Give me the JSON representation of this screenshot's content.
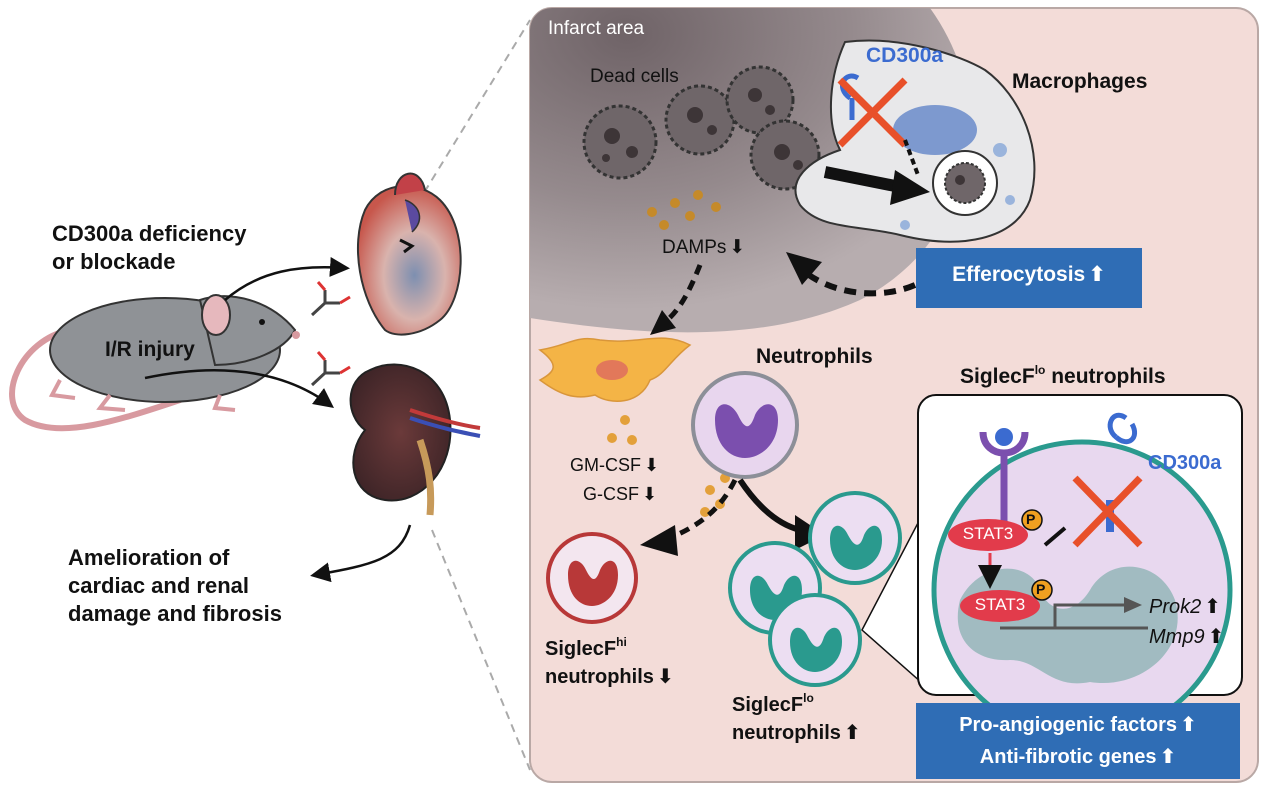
{
  "left": {
    "treatment_line1": "CD300a deficiency",
    "treatment_line2": "or blockade",
    "injury": "I/R injury",
    "outcome_line1": "Amelioration of",
    "outcome_line2": "cardiac and renal",
    "outcome_line3": "damage and fibrosis"
  },
  "panel": {
    "infarct_label": "Infarct area",
    "dead_cells": "Dead cells",
    "cd300a_top": "CD300a",
    "macrophages": "Macrophages",
    "damps": "DAMPs",
    "efferocytosis": "Efferocytosis",
    "neutrophils": "Neutrophils",
    "gmcsf": "GM-CSF",
    "gcsf": "G-CSF",
    "siglecf_hi_prefix": "SiglecF",
    "siglecf_hi_sup": "hi",
    "siglecf_hi_line2": "neutrophils",
    "siglecf_lo_prefix": "SiglecF",
    "siglecf_lo_sup": "lo",
    "siglecf_lo_line2": "neutrophils"
  },
  "inset": {
    "title_prefix": "SiglecF",
    "title_sup": "lo",
    "title_suffix": " neutrophils",
    "cd300a": "CD300a",
    "stat3_top": "STAT3",
    "stat3_bottom": "STAT3",
    "p_label": "P",
    "prok2": "Prok2",
    "mmp9": "Mmp9"
  },
  "bottom_box": {
    "line1": "Pro-angiogenic factors",
    "line2": "Anti-fibrotic genes"
  },
  "arrows": {
    "up": "⬆",
    "down": "⬇"
  },
  "colors": {
    "box_blue": "#2f6db5",
    "panel_pink": "#f3dcd8",
    "infarct": "#8a7e82",
    "cross_red": "#e8502a",
    "teal": "#2a9a8e",
    "stat3_red": "#e23b4b"
  }
}
